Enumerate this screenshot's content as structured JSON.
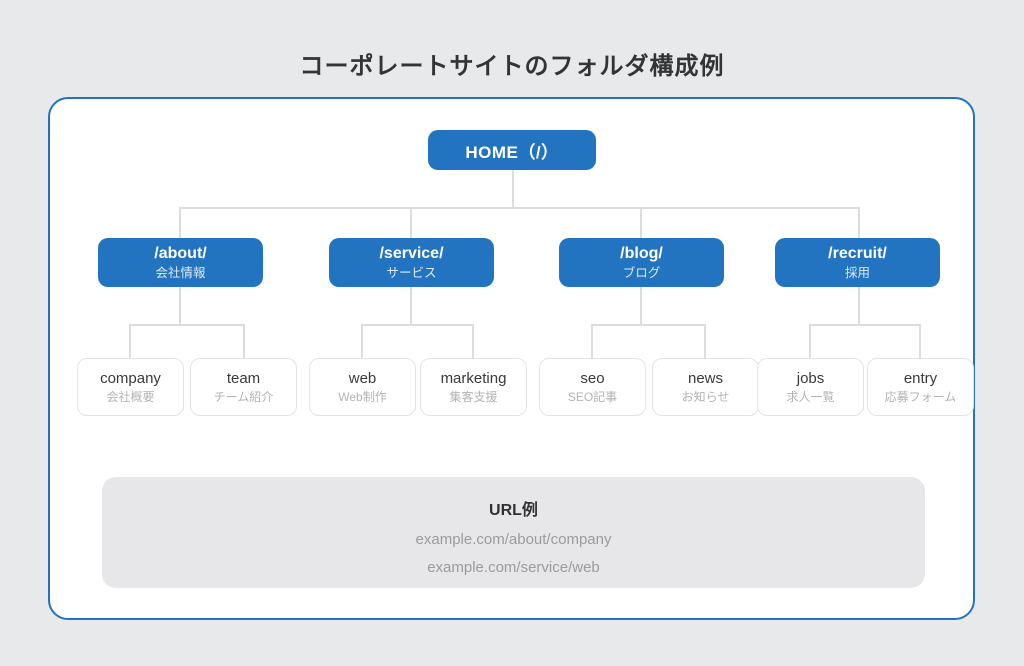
{
  "page": {
    "title": "コーポレートサイトのフォルダ構成例",
    "background_color": "#e8e9eb",
    "accent_color": "#2274c1"
  },
  "tree": {
    "root": {
      "label": "HOME（/）"
    },
    "branches": [
      {
        "path": "/about/",
        "label_ja": "会社情報",
        "children": [
          {
            "name": "company",
            "label_ja": "会社概要"
          },
          {
            "name": "team",
            "label_ja": "チーム紹介"
          }
        ]
      },
      {
        "path": "/service/",
        "label_ja": "サービス",
        "children": [
          {
            "name": "web",
            "label_ja": "Web制作"
          },
          {
            "name": "marketing",
            "label_ja": "集客支援"
          }
        ]
      },
      {
        "path": "/blog/",
        "label_ja": "ブログ",
        "children": [
          {
            "name": "seo",
            "label_ja": "SEO記事"
          },
          {
            "name": "news",
            "label_ja": "お知らせ"
          }
        ]
      },
      {
        "path": "/recruit/",
        "label_ja": "採用",
        "children": [
          {
            "name": "jobs",
            "label_ja": "求人一覧"
          },
          {
            "name": "entry",
            "label_ja": "応募フォーム"
          }
        ]
      }
    ]
  },
  "url_example": {
    "title": "URL例",
    "examples": [
      "example.com/about/company",
      "example.com/service/web"
    ]
  }
}
